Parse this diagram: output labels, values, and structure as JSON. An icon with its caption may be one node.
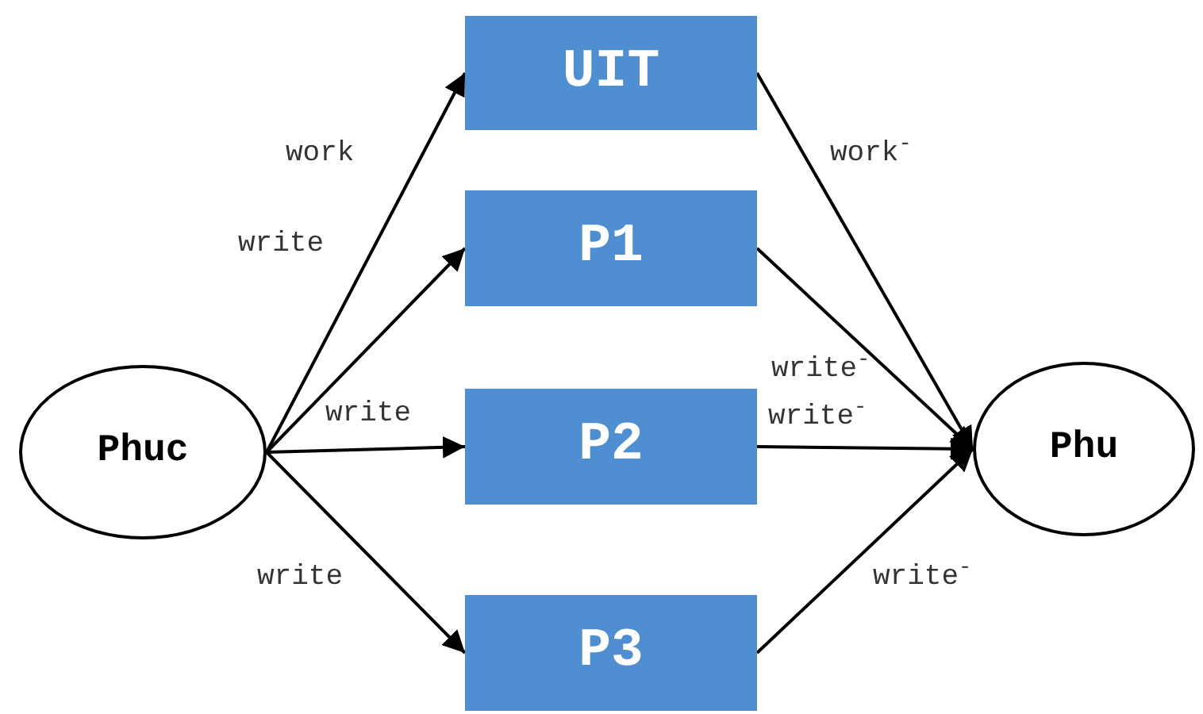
{
  "diagram": {
    "nodes": [
      {
        "text": [
          "Phuc"
        ]
      },
      {
        "text": [
          "UIT"
        ]
      },
      {
        "text": [
          "P1"
        ]
      },
      {
        "text": [
          "P2"
        ]
      },
      {
        "text": [
          "P3"
        ]
      },
      {
        "text": [
          "Phu"
        ]
      }
    ],
    "edges": [
      {
        "from": 0,
        "to": 1,
        "arrow": "to",
        "label": "work"
      },
      {
        "from": 0,
        "to": 2,
        "arrow": "to",
        "label": "write"
      },
      {
        "from": 0,
        "to": 3,
        "arrow": "to",
        "label": "write"
      },
      {
        "from": 0,
        "to": 4,
        "arrow": "to",
        "label": "write"
      },
      {
        "from": 1,
        "to": 5,
        "arrow": "to",
        "label": "work$^{-}$"
      },
      {
        "from": 2,
        "to": 5,
        "arrow": "to",
        "label": "write$^{-}$"
      },
      {
        "from": 3,
        "to": 5,
        "arrow": "to",
        "label": "write$^{-}$"
      },
      {
        "from": 4,
        "to": 5,
        "arrow": "to",
        "label": "write$^{-}$"
      }
    ]
  }
}
